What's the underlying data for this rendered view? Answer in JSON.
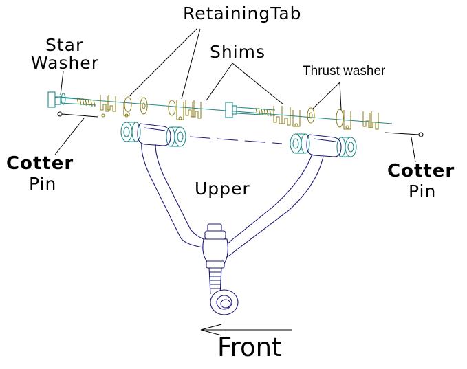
{
  "labels": {
    "retaining_tab": "RetainingTab",
    "star_washer": {
      "line1": "Star",
      "line2": "Washer"
    },
    "shims": "Shims",
    "thrust_washer": "Thrust washer",
    "cotter_pin_left": {
      "line1": "Cotter",
      "line2": "Pin"
    },
    "upper": "Upper",
    "cotter_pin_right": {
      "line1": "Cotter",
      "line2": "Pin"
    },
    "front": "Front"
  },
  "colors": {
    "outline": "#1a1a7a",
    "bushing": "#1f8a8a",
    "hardware": "#8a7a10",
    "leader": "#000000"
  }
}
